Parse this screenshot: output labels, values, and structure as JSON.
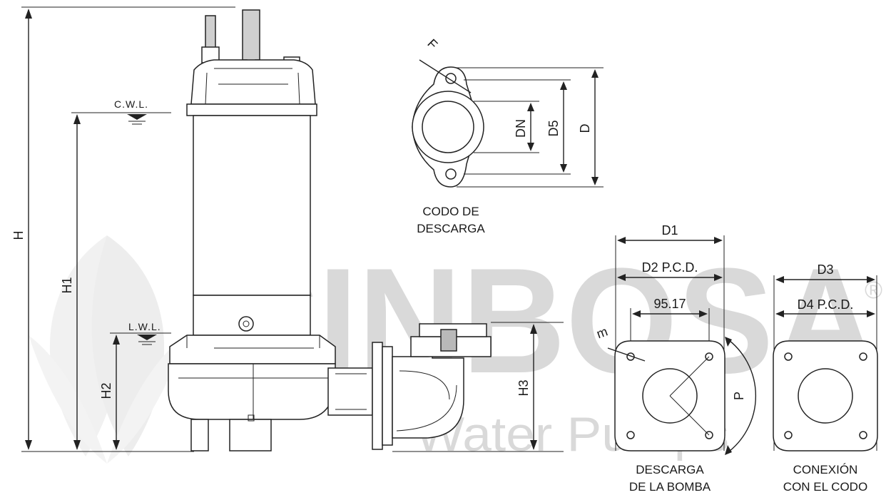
{
  "labels": {
    "H": "H",
    "H1": "H1",
    "H2": "H2",
    "H3": "H3",
    "cwl": "C.W.L.",
    "lwl": "L.W.L.",
    "F": "F",
    "DN": "DN",
    "D5": "D5",
    "D": "D",
    "D1": "D1",
    "D2": "D2 P.C.D.",
    "dim_95": "95.17",
    "m": "m",
    "P": "P",
    "D3": "D3",
    "D4": "D4 P.C.D."
  },
  "captions": {
    "codo_line1": "CODO DE",
    "codo_line2": "DESCARGA",
    "descarga_line1": "DESCARGA",
    "descarga_line2": "DE LA BOMBA",
    "conexion_line1": "CONEXIÓN",
    "conexion_line2": "CON EL CODO"
  },
  "watermark": {
    "brand": "CINBOSA",
    "registered": "®",
    "tagline": "Water Pumps"
  }
}
